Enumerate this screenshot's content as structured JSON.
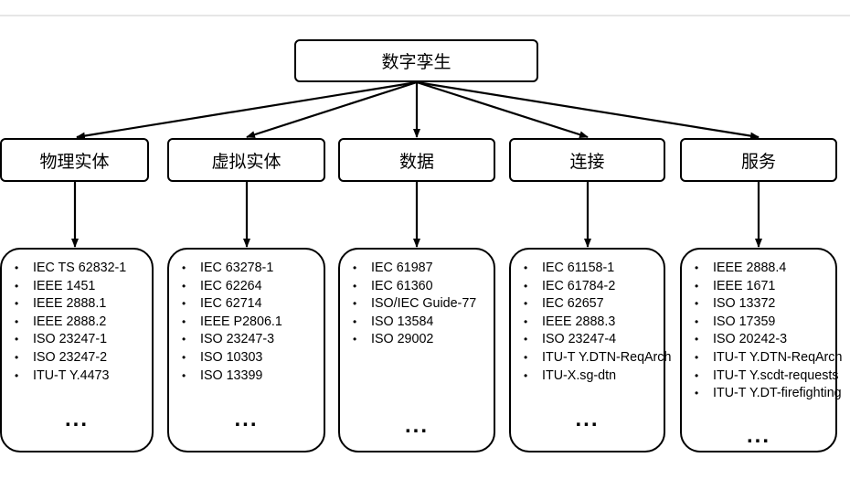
{
  "root": {
    "label": "数字孪生"
  },
  "categories": [
    {
      "label": "物理实体",
      "standards": [
        "IEC TS 62832-1",
        "IEEE 1451",
        "IEEE 2888.1",
        "IEEE 2888.2",
        "ISO 23247-1",
        "ISO 23247-2",
        "ITU-T Y.4473"
      ],
      "more": "..."
    },
    {
      "label": "虚拟实体",
      "standards": [
        "IEC 63278-1",
        "IEC 62264",
        "IEC 62714",
        "IEEE P2806.1",
        "ISO 23247-3",
        "ISO 10303",
        "ISO 13399"
      ],
      "more": "..."
    },
    {
      "label": "数据",
      "standards": [
        "IEC 61987",
        "IEC 61360",
        "ISO/IEC Guide-77",
        "ISO 13584",
        "ISO 29002"
      ],
      "more": "..."
    },
    {
      "label": "连接",
      "standards": [
        "IEC 61158-1",
        "IEC 61784-2",
        "IEC 62657",
        "IEEE 2888.3",
        "ISO 23247-4",
        "ITU-T Y.DTN-ReqArch",
        "ITU-X.sg-dtn"
      ],
      "more": "..."
    },
    {
      "label": "服务",
      "standards": [
        "IEEE 2888.4",
        "IEEE 1671",
        "ISO 13372",
        "ISO 17359",
        "ISO 20242-3",
        "ITU-T Y.DTN-ReqArch",
        "ITU-T Y.scdt-requests",
        "ITU-T Y.DT-firefighting"
      ],
      "more": "..."
    }
  ]
}
